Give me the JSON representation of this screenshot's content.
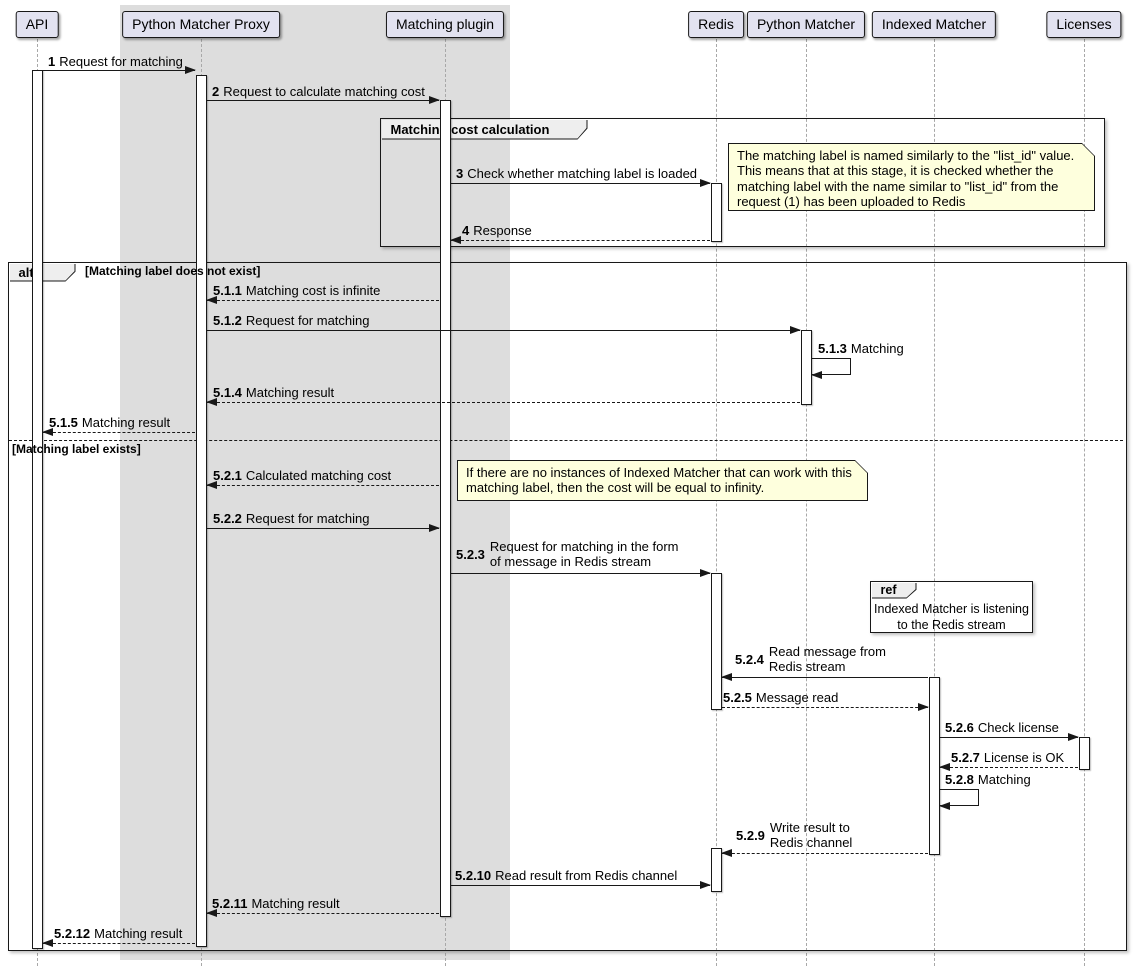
{
  "diagram": {
    "participants": [
      {
        "name": "API"
      },
      {
        "name": "Python Matcher Proxy"
      },
      {
        "name": "Matching plugin"
      },
      {
        "name": "Redis"
      },
      {
        "name": "Python Matcher"
      },
      {
        "name": "Indexed Matcher"
      },
      {
        "name": "Licenses"
      }
    ],
    "fragments": {
      "cost_group": {
        "label": "Matching cost calculation"
      },
      "alt": {
        "keyword": "alt",
        "condition_not_exist": "[Matching label does not exist]",
        "condition_exists": "[Matching label exists]"
      },
      "ref": {
        "keyword": "ref",
        "line1": "Indexed Matcher is listening",
        "line2": "to the Redis stream"
      }
    },
    "notes": {
      "note_list_id": {
        "lines": [
          "The matching label is named similarly to the \"list_id\" value.",
          "This means that at this stage, it is checked whether the",
          "matching label with the name similar to \"list_id\" from the",
          "request (1) has been uploaded to Redis"
        ]
      },
      "note_infinity": {
        "lines": [
          "If there are no instances of Indexed Matcher that can work with this",
          "matching label, then the cost will be equal to infinity."
        ]
      }
    },
    "messages": {
      "m1": {
        "num": "1",
        "text": "Request for matching"
      },
      "m2": {
        "num": "2",
        "text": "Request to calculate matching cost"
      },
      "m3": {
        "num": "3",
        "text": "Check whether matching label is loaded"
      },
      "m4": {
        "num": "4",
        "text": "Response"
      },
      "m511": {
        "num": "5.1.1",
        "text": "Matching cost is infinite"
      },
      "m512": {
        "num": "5.1.2",
        "text": "Request for matching"
      },
      "m513": {
        "num": "5.1.3",
        "text": "Matching"
      },
      "m514": {
        "num": "5.1.4",
        "text": "Matching result"
      },
      "m515": {
        "num": "5.1.5",
        "text": "Matching result"
      },
      "m521": {
        "num": "5.2.1",
        "text": "Calculated matching cost"
      },
      "m522": {
        "num": "5.2.2",
        "text": "Request for matching"
      },
      "m523": {
        "num": "5.2.3",
        "line1": "Request for matching in the form",
        "line2": "of message in Redis stream"
      },
      "m524": {
        "num": "5.2.4",
        "line1": "Read message from",
        "line2": "Redis stream"
      },
      "m525": {
        "num": "5.2.5",
        "text": "Message read"
      },
      "m526": {
        "num": "5.2.6",
        "text": "Check license"
      },
      "m527": {
        "num": "5.2.7",
        "text": "License is OK"
      },
      "m528": {
        "num": "5.2.8",
        "text": "Matching"
      },
      "m529": {
        "num": "5.2.9",
        "line1": "Write result to",
        "line2": "Redis channel"
      },
      "m5210": {
        "num": "5.2.10",
        "text": "Read result from Redis channel"
      },
      "m5211": {
        "num": "5.2.11",
        "text": "Matching result"
      },
      "m5212": {
        "num": "5.2.12",
        "text": "Matching result"
      }
    },
    "colors": {
      "participant_fill": "#E2E2F0",
      "border": "#181818",
      "note_fill": "#FEFFDD",
      "box_fill": "#DDDDDD",
      "fragment_header_fill": "#EEEEEE",
      "lifeline": "#A8A8A8"
    }
  }
}
